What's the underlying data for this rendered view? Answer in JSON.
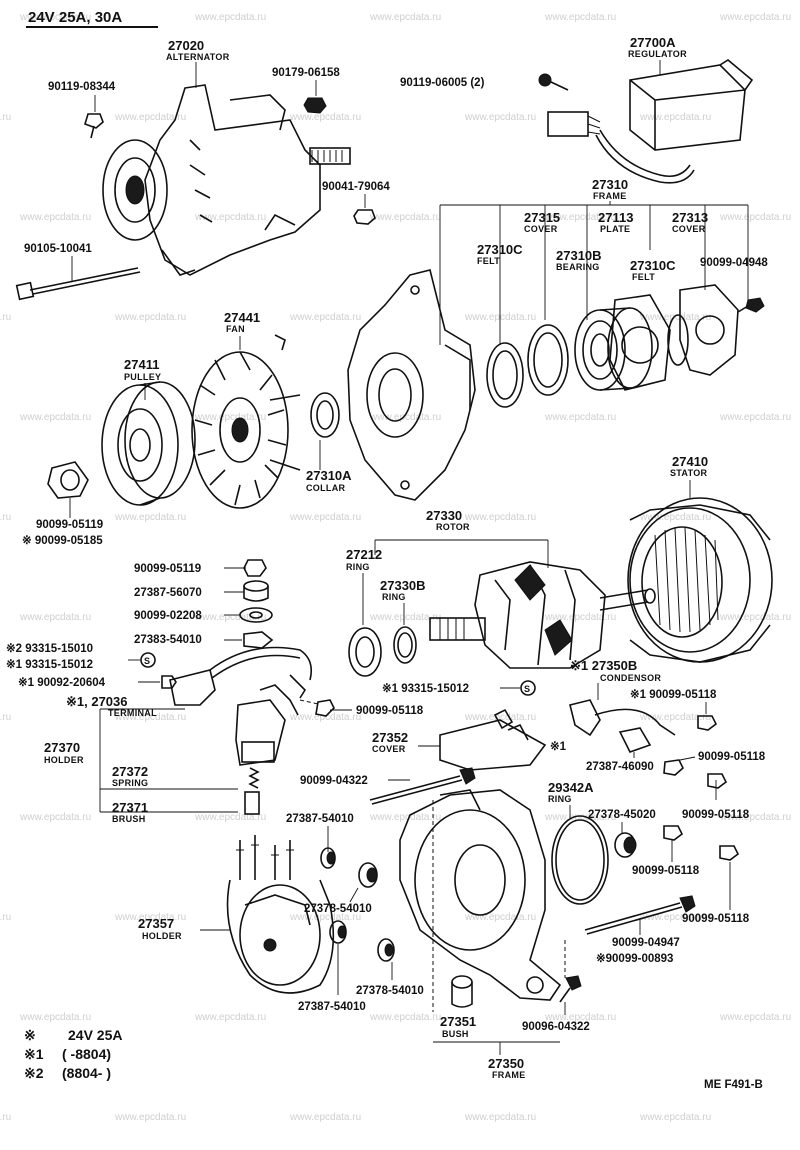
{
  "header": "24V  25A, 30A",
  "code": "ME  F491-B",
  "watermark": "www.epcdata.ru",
  "legend": [
    {
      "mark": "※",
      "text": "24V 25A"
    },
    {
      "mark": "※1",
      "text": "(         -8804)"
    },
    {
      "mark": "※2",
      "text": "(8804-         )"
    }
  ],
  "labels": {
    "alt_no": "27020",
    "alt_nm": "ALTERNATOR",
    "b90119_08344": "90119-08344",
    "n90179_06158": "90179-06158",
    "n90041_79064": "90041-79064",
    "b90105_10041": "90105-10041",
    "reg_no": "27700A",
    "reg_nm": "REGULATOR",
    "b90119_06005": "90119-06005 (2)",
    "frame_no": "27310",
    "frame_nm": "FRAME",
    "cover_no": "27315",
    "cover_nm": "COVER",
    "plate_no": "27113",
    "plate_nm": "PLATE",
    "cover2_no": "27313",
    "cover2_nm": "COVER",
    "felt_no": "27310C",
    "felt_nm": "FELT",
    "bearing_no": "27310B",
    "bearing_nm": "BEARING",
    "felt2_no": "27310C",
    "felt2_nm": "FELT",
    "b90099_04948": "90099-04948",
    "fan_no": "27441",
    "fan_nm": "FAN",
    "pulley_no": "27411",
    "pulley_nm": "PULLEY",
    "collar_no": "27310A",
    "collar_nm": "COLLAR",
    "n90099_05119": "90099-05119",
    "n90099_05185": "※ 90099-05185",
    "stator_no": "27410",
    "stator_nm": "STATOR",
    "rotor_no": "27330",
    "rotor_nm": "ROTOR",
    "ring_no": "27212",
    "ring_nm": "RING",
    "ring2_no": "27330B",
    "ring2_nm": "RING",
    "s90099_05119": "90099-05119",
    "s27387_56070": "27387-56070",
    "s90099_02208": "90099-02208",
    "s27383_54010": "27383-54010",
    "s93315_15010": "※2  93315-15010",
    "s93315_15012": "※1  93315-15012",
    "s90092_20604": "※1  90092-20604",
    "term_no": "※1, 27036",
    "term_nm": "TERMINAL",
    "n90099_05118": "90099-05118",
    "holder_no": "27370",
    "holder_nm": "HOLDER",
    "spring_no": "27372",
    "spring_nm": "SPRING",
    "brush_no": "27371",
    "brush_nm": "BRUSH",
    "c93315_15012": "※1  93315-15012",
    "cond_no": "※1 27350B",
    "cond_nm": "CONDENSOR",
    "c90099_05118a": "※1 90099-05118",
    "cover3_no": "27352",
    "cover3_nm": "COVER",
    "cover3_mark": "※1",
    "b90099_04322": "90099-04322",
    "c27387_46090": "27387-46090",
    "c90099_05118b": "90099-05118",
    "ring3_no": "29342A",
    "ring3_nm": "RING",
    "c27378_45020": "27378-45020",
    "c90099_05118c": "90099-05118",
    "c90099_05118d": "90099-05118",
    "h27387_54010a": "27387-54010",
    "h27378_54010a": "27378-54010",
    "hold2_no": "27357",
    "hold2_nm": "HOLDER",
    "h27387_54010b": "27387-54010",
    "h27378_54010b": "27378-54010",
    "c90099_05118e": "90099-05118",
    "b90099_04947": "90099-04947",
    "b90099_00893": "※90099-00893",
    "bush_no": "27351",
    "bush_nm": "BUSH",
    "b90096_04322": "90096-04322",
    "frame2_no": "27350",
    "frame2_nm": "FRAME"
  }
}
